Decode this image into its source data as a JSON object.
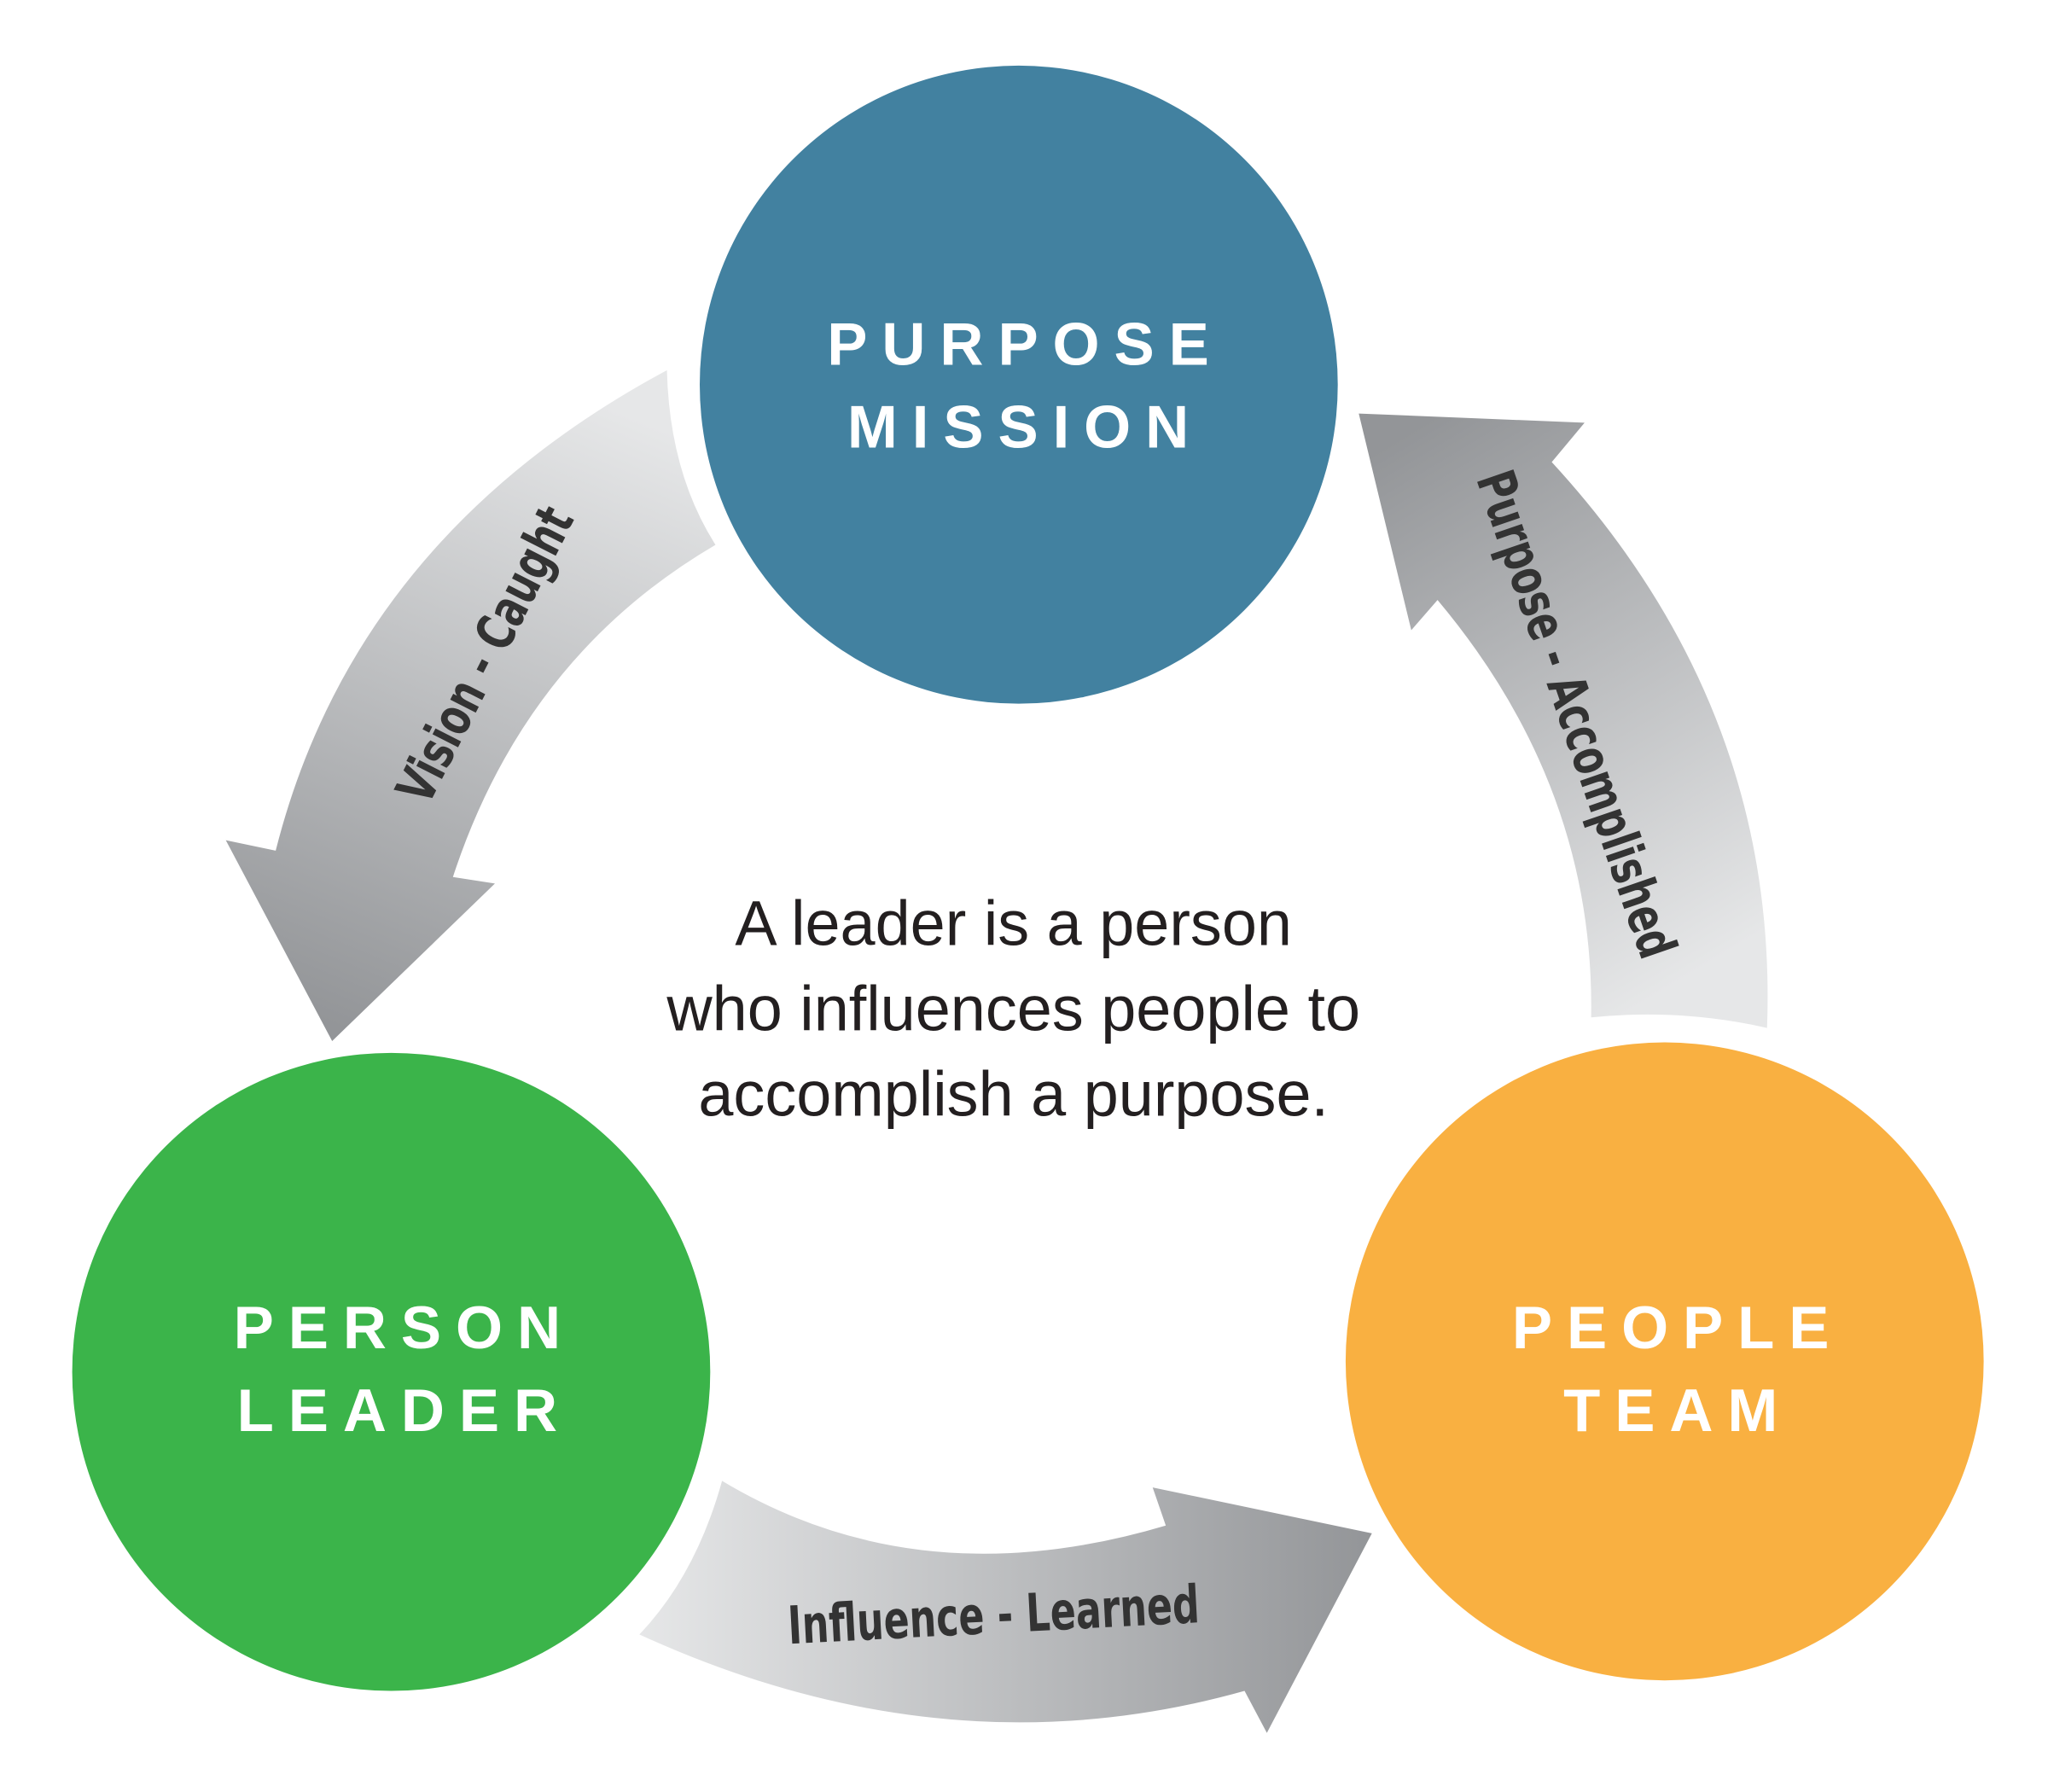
{
  "nodes": {
    "purpose": {
      "line1": "PURPOSE",
      "line2": "MISSION",
      "color": "#4281a0"
    },
    "person": {
      "line1": "PERSON",
      "line2": "LEADER",
      "color": "#3bb44a"
    },
    "people": {
      "line1": "PEOPLE",
      "line2": "TEAM",
      "color": "#f9b041"
    }
  },
  "arrows": {
    "vision": {
      "label": "Vision - Caught"
    },
    "purpose": {
      "label": "Purpose - Accomplished"
    },
    "influence": {
      "label": "Influence - Learned"
    }
  },
  "center": {
    "line1": "A leader is a person",
    "line2": "who influences people to",
    "line3": "accomplish a purpose."
  },
  "colors": {
    "arrow_light": "#e6e7e8",
    "arrow_dark": "#939598"
  }
}
